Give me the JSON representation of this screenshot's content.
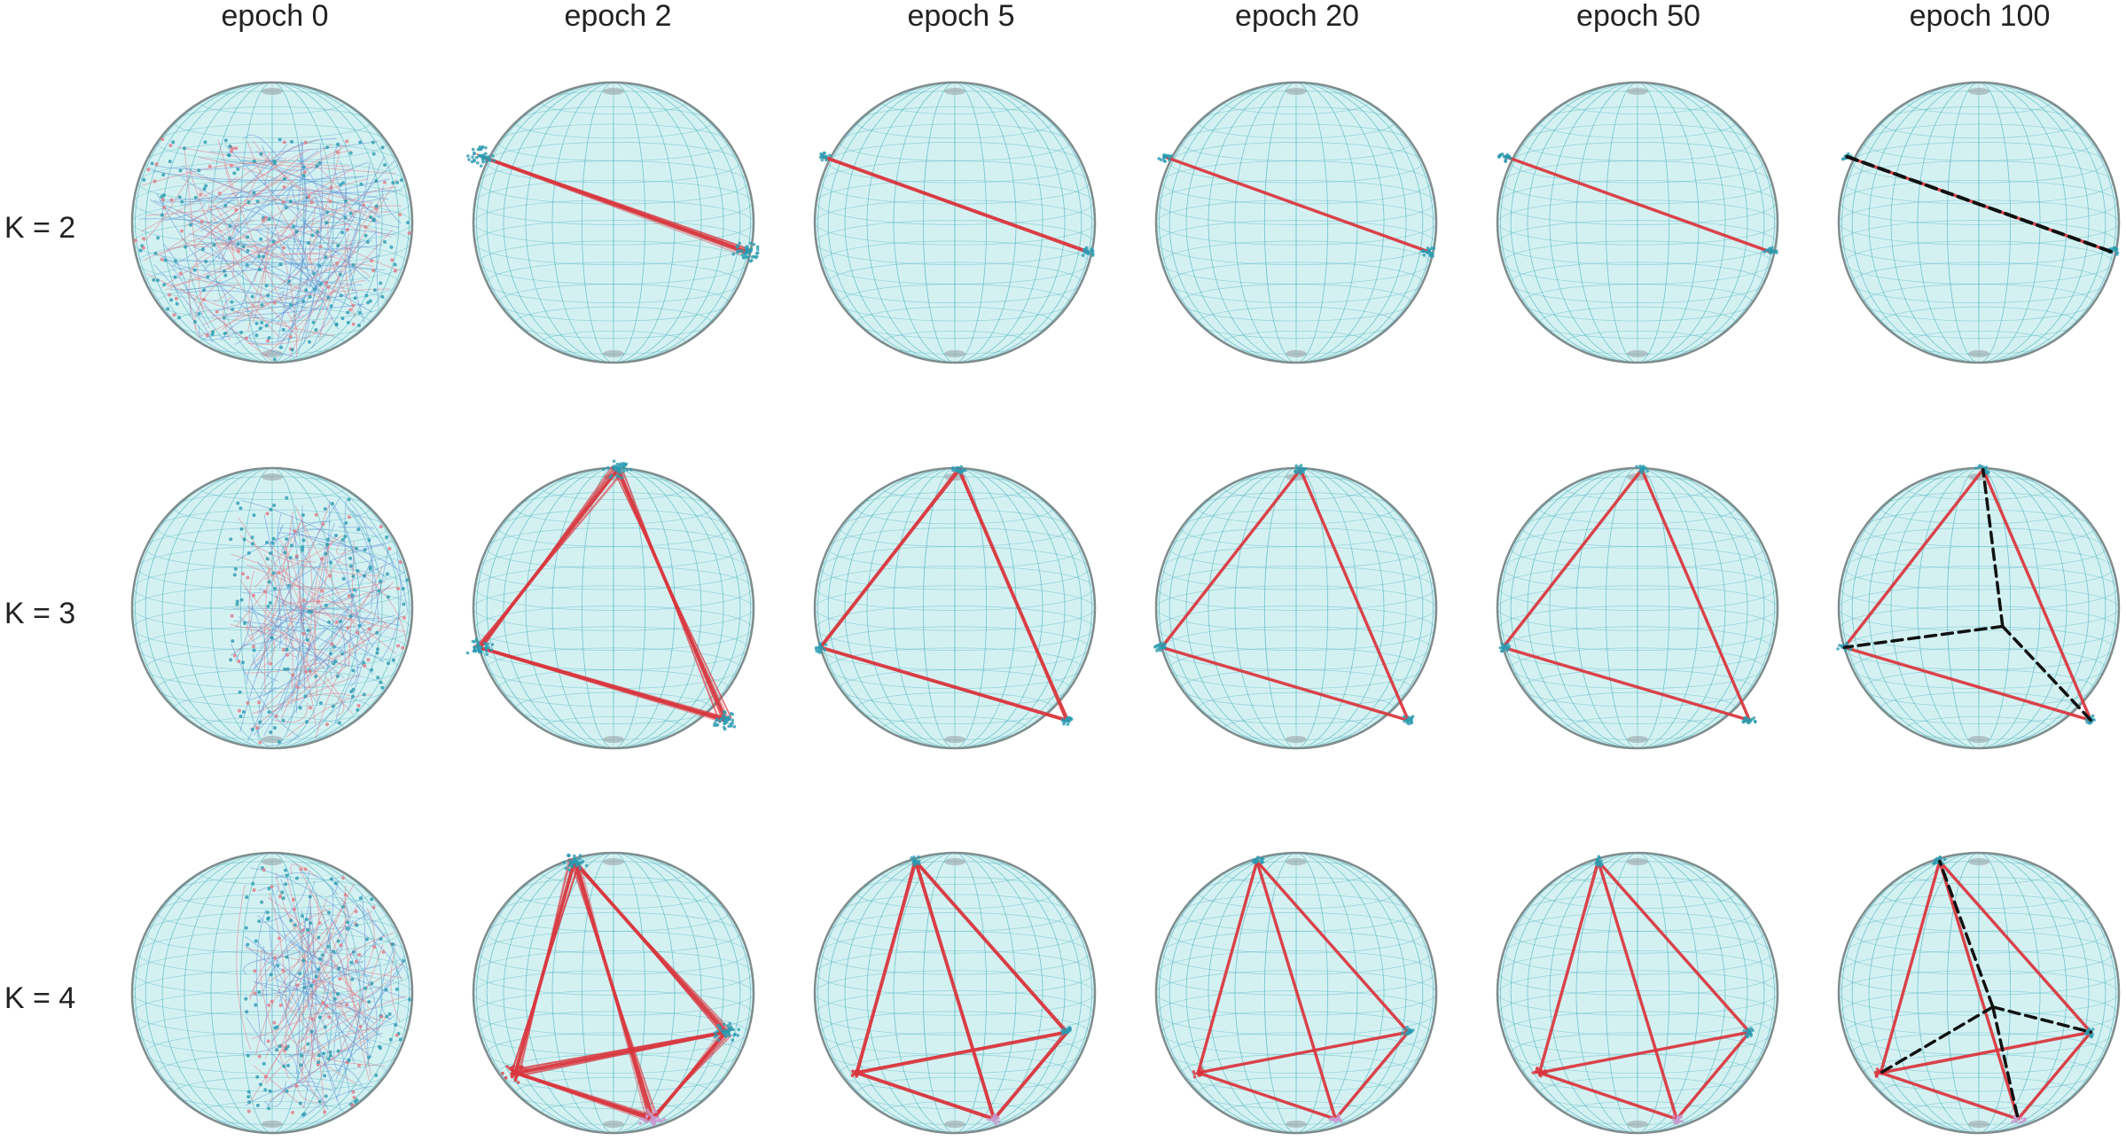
{
  "columns": [
    "epoch 0",
    "epoch 2",
    "epoch 5",
    "epoch 20",
    "epoch 50",
    "epoch 100"
  ],
  "rows": [
    "K = 2",
    "K = 3",
    "K = 4"
  ],
  "colors": {
    "sphere_fill": "#cdeef0",
    "sphere_edge": "#7f8c8d",
    "grid": "#4fb3bf",
    "points": "#2a9bb0",
    "edges": "#d9363e",
    "optimal": "#111111",
    "noise_blue": "#5b8fd6",
    "noise_red": "#e07a86"
  }
}
